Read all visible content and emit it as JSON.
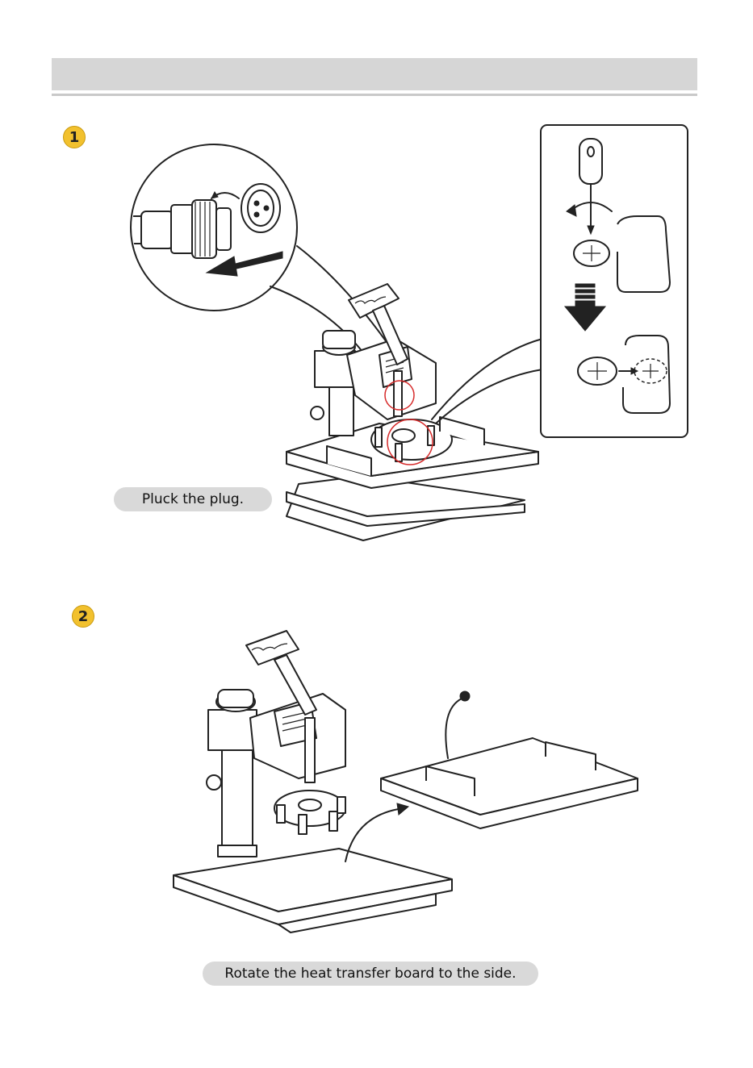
{
  "steps": [
    {
      "number": "1",
      "caption": "Pluck the plug."
    },
    {
      "number": "2",
      "caption": "Rotate the heat transfer board to the side."
    }
  ],
  "colors": {
    "badge": "#f2c12e",
    "header_bar": "#d6d6d6",
    "caption_pill": "#d9d9d9",
    "highlight": "#d62a2a"
  },
  "icons": [
    "screwdriver-icon",
    "rotate-arrow-icon",
    "down-arrow-icon",
    "pull-arrow-icon",
    "curved-arrow-icon"
  ]
}
